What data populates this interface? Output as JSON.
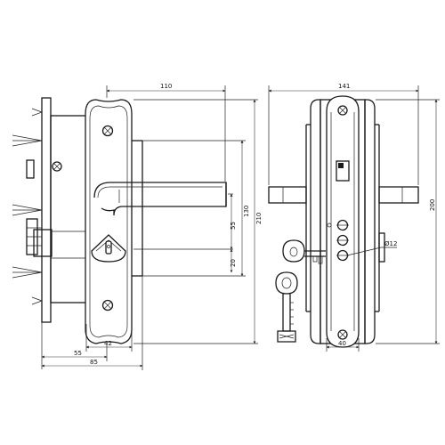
{
  "drawing": {
    "front_view": {
      "dim_width_handle": "110",
      "dim_plate_height": "210",
      "dim_handle_to_bottom": "130",
      "dim_handle_to_key": "55",
      "dim_key_offset": "20",
      "dim_backset": "55",
      "dim_total_depth": "85",
      "dim_plate_width": "42"
    },
    "side_view": {
      "dim_total_width": "141",
      "dim_height": "200",
      "dim_hole_diameter": "Ø12",
      "dim_body_width": "40"
    }
  }
}
